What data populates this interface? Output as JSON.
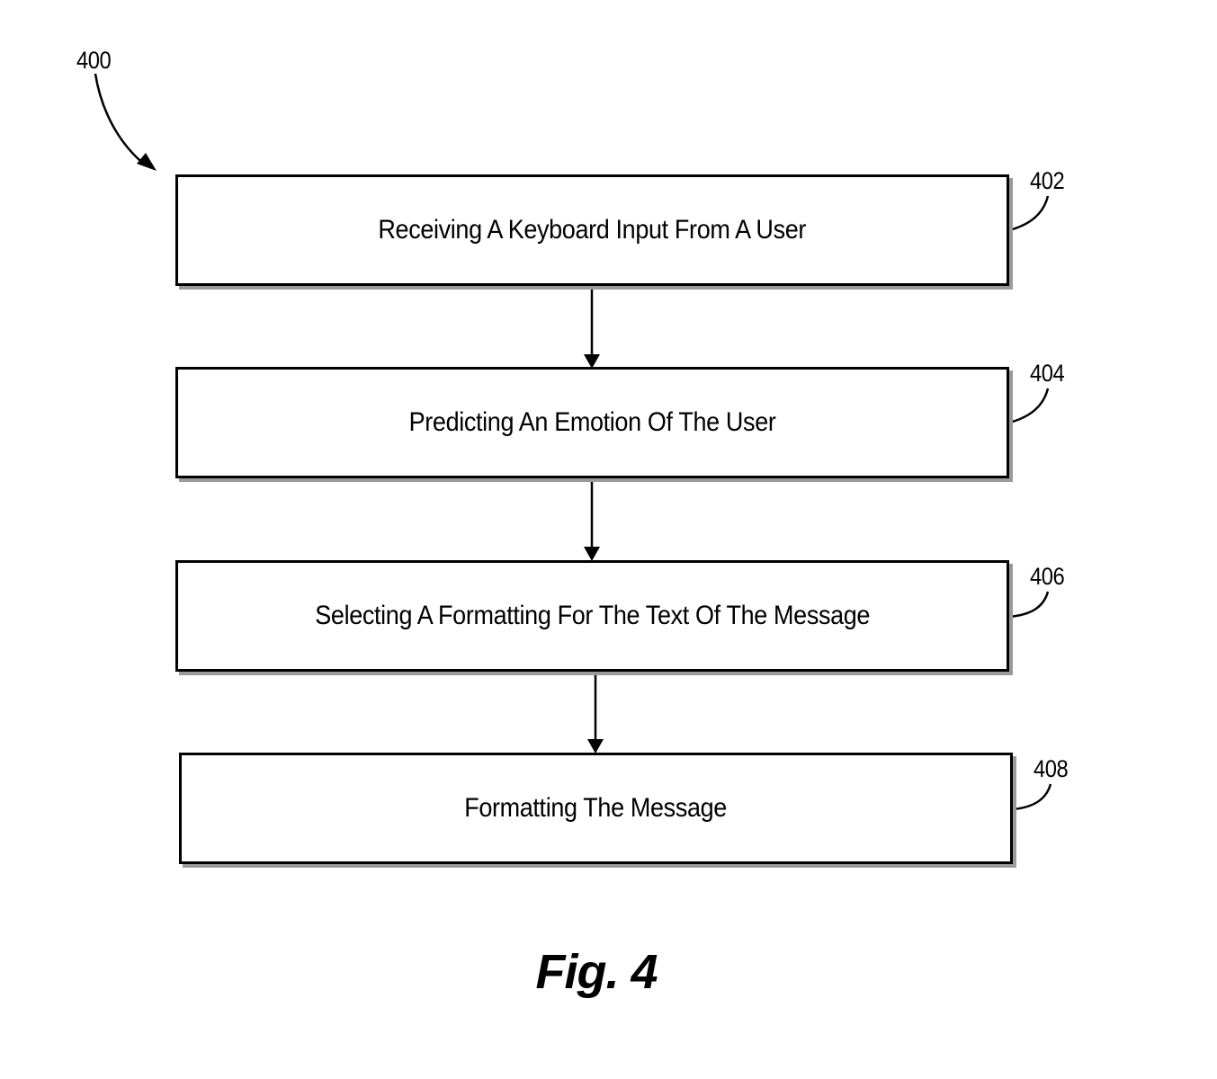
{
  "diagram": {
    "ref_main": "400",
    "steps": [
      {
        "ref": "402",
        "label": "Receiving A Keyboard Input From A User"
      },
      {
        "ref": "404",
        "label": "Predicting An Emotion Of The User"
      },
      {
        "ref": "406",
        "label": "Selecting A Formatting For The Text Of The Message"
      },
      {
        "ref": "408",
        "label": "Formatting The Message"
      }
    ],
    "caption": "Fig. 4"
  }
}
